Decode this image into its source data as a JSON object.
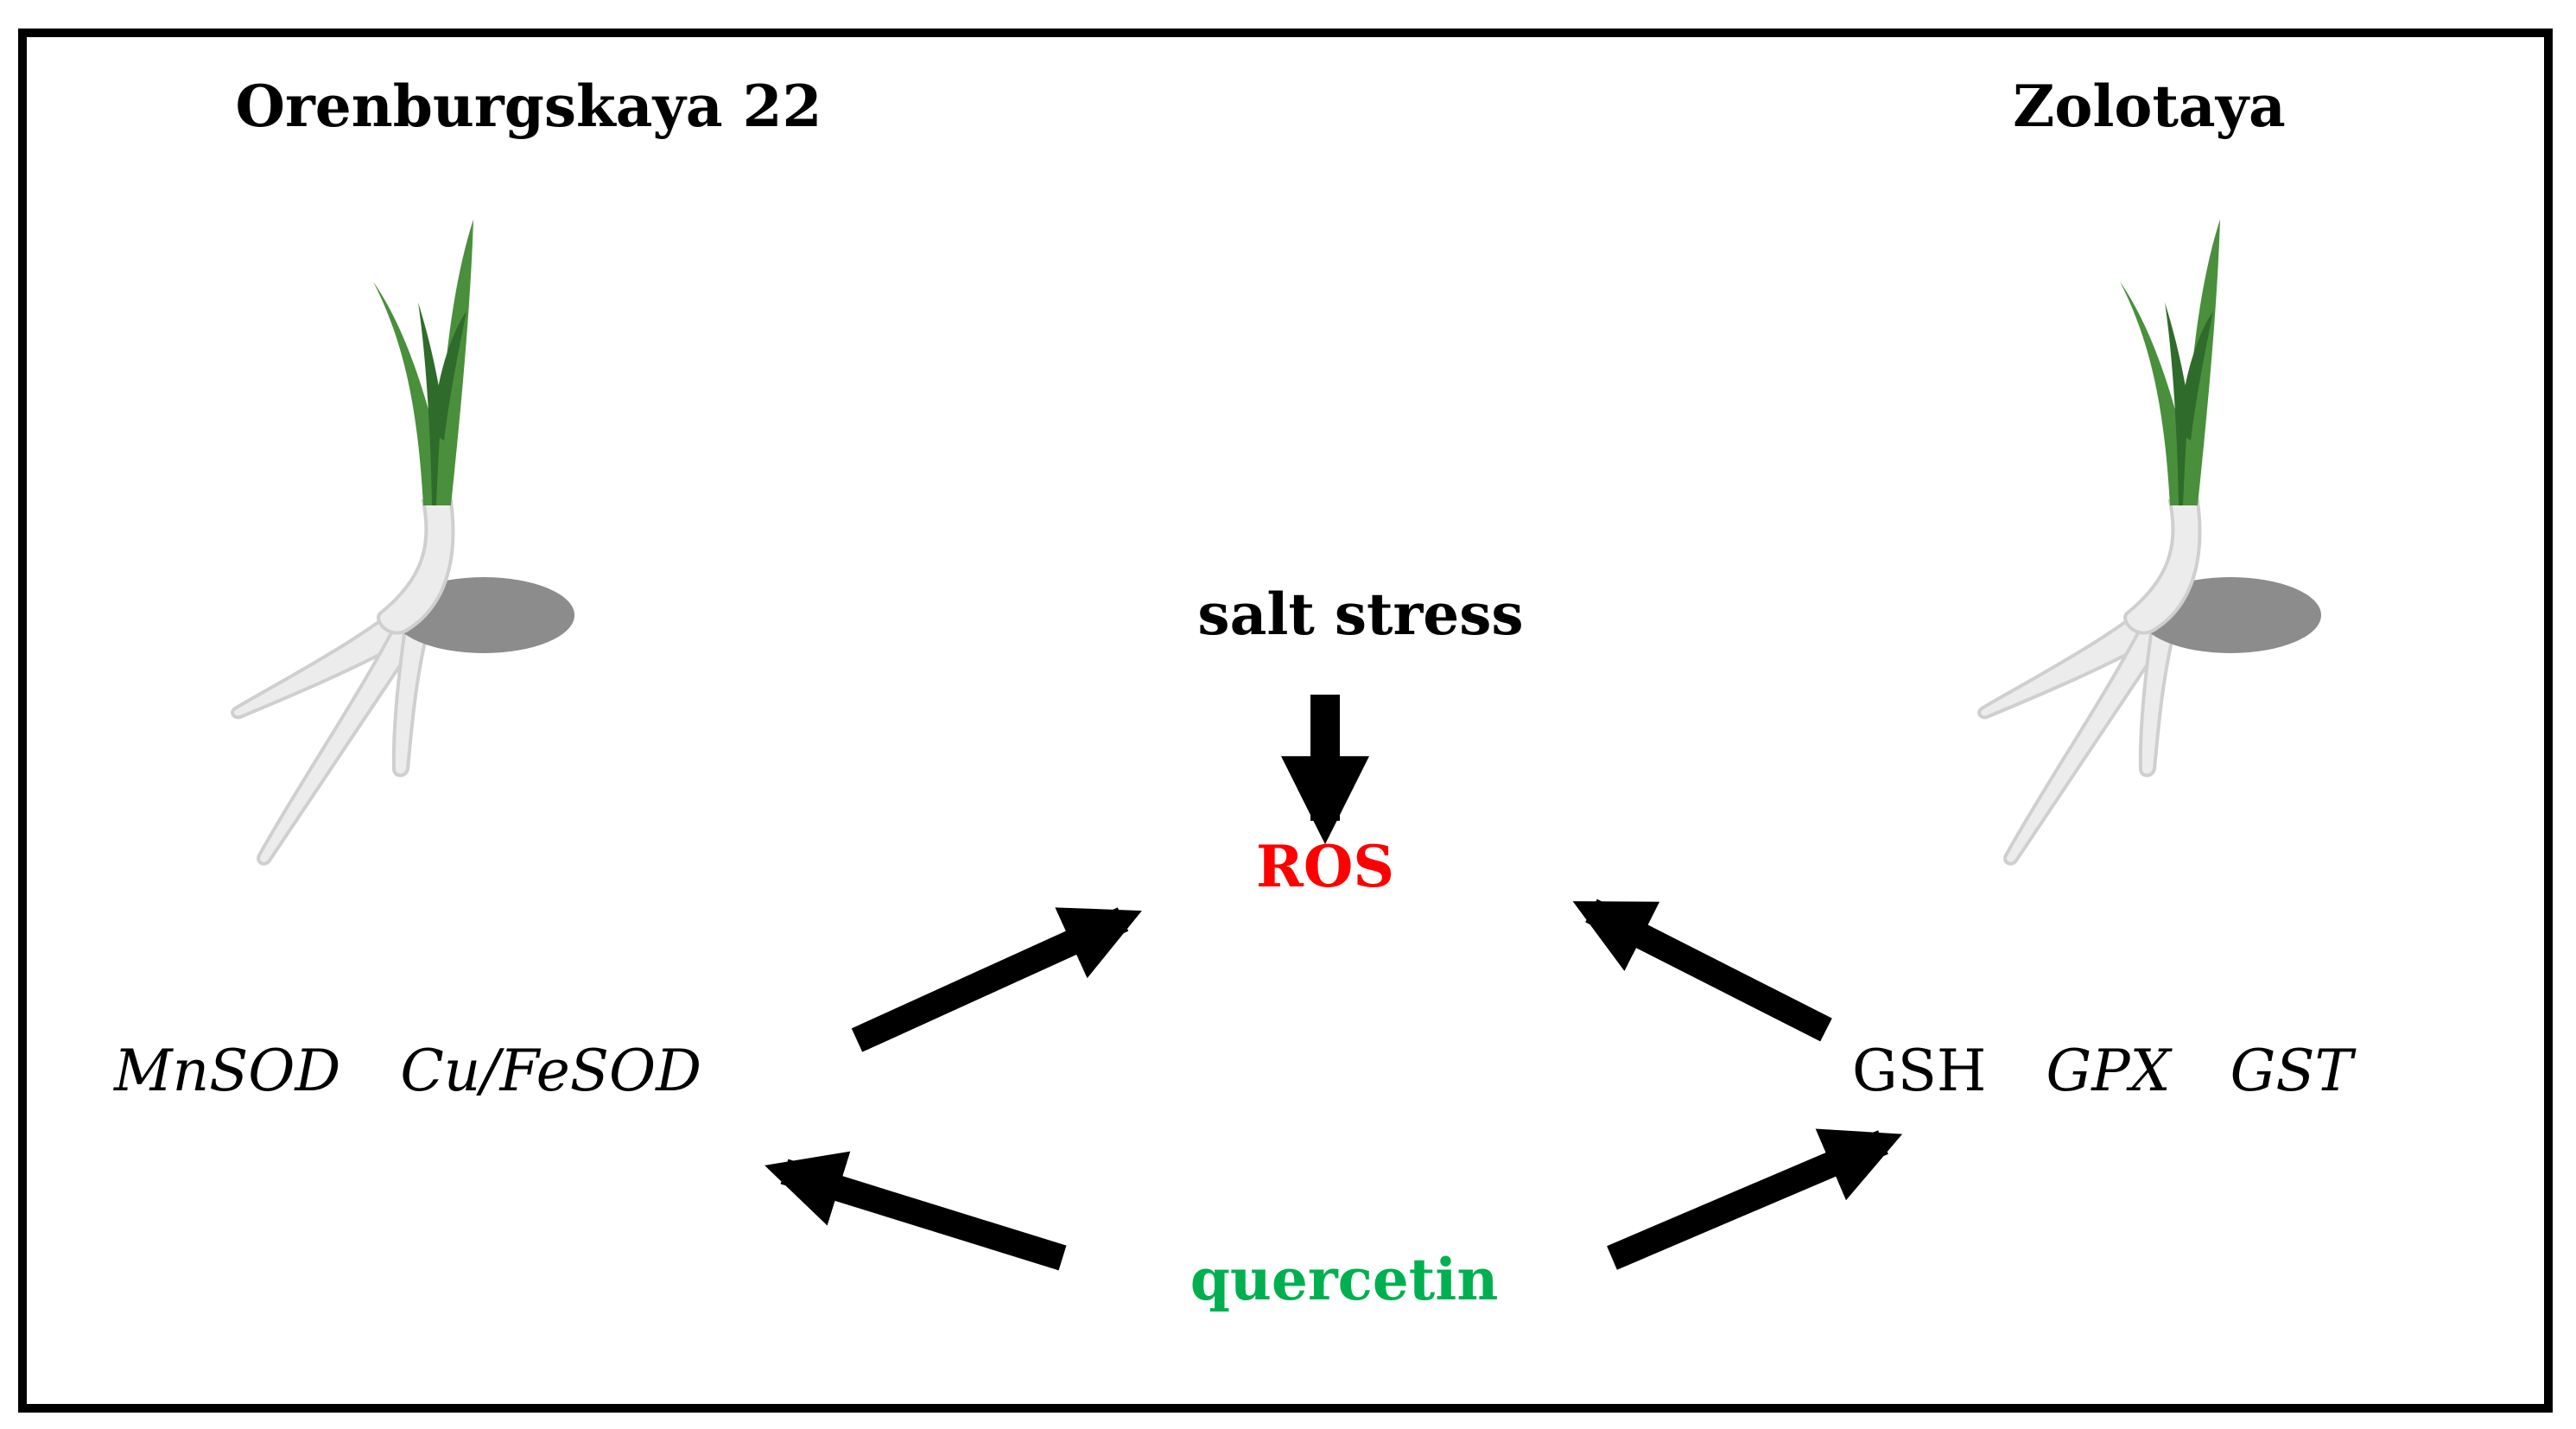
{
  "varieties": {
    "left": "Orenburgskaya 22",
    "right": "Zolotaya"
  },
  "nodes": {
    "stress": "salt stress",
    "ros": "ROS",
    "treatment": "quercetin",
    "left_enzymes": [
      "MnSOD",
      "Cu/FeSOD"
    ],
    "right_group": {
      "plain": "GSH",
      "italic": [
        "GPX",
        "GST"
      ]
    }
  },
  "colors": {
    "ros": "#ff0000",
    "treatment": "#00b050",
    "text": "#000000",
    "leaf": "#4a8f3c",
    "leaf_dark": "#2f6b2a",
    "stem": "#e6e6e6",
    "root": "#ececec",
    "seed": "#8c8c8c",
    "frame": "#000000"
  },
  "icons": {
    "left_plant": "wheat-seedling-icon",
    "right_plant": "wheat-seedling-icon"
  }
}
